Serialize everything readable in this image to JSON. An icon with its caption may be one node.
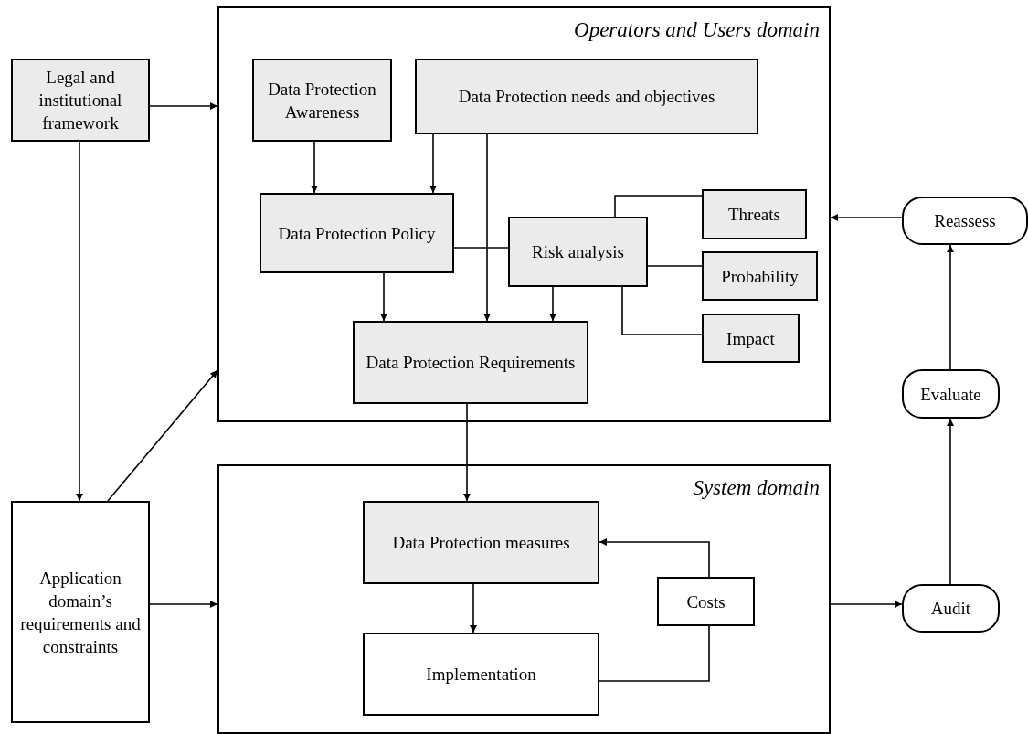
{
  "diagram": {
    "nodes": [
      {
        "text": [
          "Operators and Users domain"
        ]
      },
      {
        "text": [
          "Legal and institutional framework"
        ]
      },
      {
        "text": [
          "Data Protection Awareness"
        ],
        "in": 0
      },
      {
        "text": [
          "Data Protection needs and objectives"
        ],
        "in": 0
      },
      {
        "text": [
          "Data Protection Policy"
        ],
        "in": 0
      },
      {
        "text": [
          "Risk analysis"
        ],
        "in": 0
      },
      {
        "text": [
          "Threats"
        ],
        "in": 0
      },
      {
        "text": [
          "Probability"
        ],
        "in": 0
      },
      {
        "text": [
          "Impact"
        ],
        "in": 0
      },
      {
        "text": [
          "Data Protection Requirements"
        ],
        "in": 0
      },
      {
        "text": [
          "System domain"
        ]
      },
      {
        "text": [
          "Data Protection measures"
        ],
        "in": 10
      },
      {
        "text": [
          "Costs"
        ],
        "in": 10
      },
      {
        "text": [
          "Implementation"
        ],
        "in": 10
      },
      {
        "text": [
          "Application domain’s requirements and constraints"
        ]
      },
      {
        "text": [
          "Reassess"
        ]
      },
      {
        "text": [
          "Evaluate"
        ]
      },
      {
        "text": [
          "Audit"
        ]
      }
    ],
    "edges": [
      {
        "from": 1,
        "to": 0,
        "arrow": "to"
      },
      {
        "from": 1,
        "to": 14,
        "arrow": "to"
      },
      {
        "from": 14,
        "to": 0,
        "arrow": "to"
      },
      {
        "from": 14,
        "to": 10,
        "arrow": "to"
      },
      {
        "from": 2,
        "to": 4,
        "arrow": "to"
      },
      {
        "from": 3,
        "to": 4,
        "arrow": "to"
      },
      {
        "from": 3,
        "to": 9,
        "arrow": "to"
      },
      {
        "from": 4,
        "to": 9,
        "arrow": "to"
      },
      {
        "from": 5,
        "to": 9,
        "arrow": "to"
      },
      {
        "from": 4,
        "to": 5,
        "arrow": "none"
      },
      {
        "from": 5,
        "to": 6,
        "arrow": "none"
      },
      {
        "from": 5,
        "to": 7,
        "arrow": "none"
      },
      {
        "from": 5,
        "to": 8,
        "arrow": "none"
      },
      {
        "from": 9,
        "to": 11,
        "arrow": "to"
      },
      {
        "from": 11,
        "to": 13,
        "arrow": "to"
      },
      {
        "from": 13,
        "to": 12,
        "arrow": "none"
      },
      {
        "from": 12,
        "to": 11,
        "arrow": "to"
      },
      {
        "from": 10,
        "to": 17,
        "arrow": "to"
      },
      {
        "from": 17,
        "to": 16,
        "arrow": "to"
      },
      {
        "from": 16,
        "to": 15,
        "arrow": "to"
      },
      {
        "from": 15,
        "to": 0,
        "arrow": "to"
      }
    ]
  }
}
